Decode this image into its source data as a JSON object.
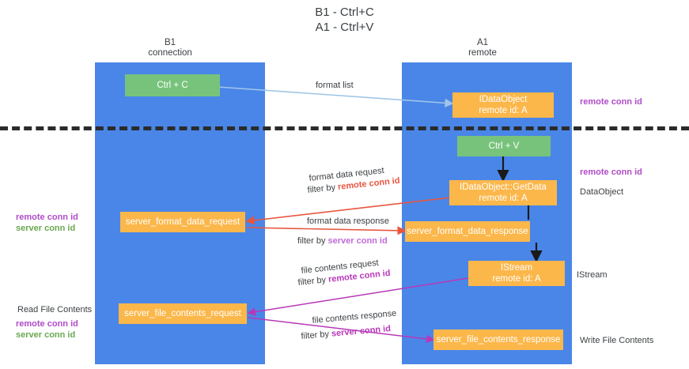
{
  "title": {
    "line1": "B1 - Ctrl+C",
    "line2": "A1 - Ctrl+V"
  },
  "columns": [
    {
      "name": "B1",
      "sub": "connection"
    },
    {
      "name": "A1",
      "sub": "remote"
    }
  ],
  "boxes": {
    "ctrl_c": "Ctrl + C",
    "ctrl_v": "Ctrl + V",
    "idataobject_title": "IDataObject",
    "idataobject_sub": "remote id: A",
    "getdata_title": "IDataObject::GetData",
    "getdata_sub": "remote id: A",
    "istream_title": "IStream",
    "istream_sub": "remote id: A",
    "server_format_data_request": "server_format_data_request",
    "server_format_data_response": "server_format_data_response",
    "server_file_contents_request": "server_file_contents_request",
    "server_file_contents_response": "server_file_contents_response"
  },
  "edges": {
    "format_list": "format list",
    "format_data_request": "format data request",
    "format_data_request_filter_prefix": "filter by ",
    "format_data_request_filter_key": "remote conn id",
    "format_data_response": "format data response",
    "format_data_response_filter_prefix": "filter by ",
    "format_data_response_filter_key": "server conn id",
    "file_contents_request": "file contents request",
    "file_contents_request_filter_prefix": "filter by ",
    "file_contents_request_filter_key": "remote conn id",
    "file_contents_response": "file contents response",
    "file_contents_response_filter_prefix": "filter by ",
    "file_contents_response_filter_key": "server conn id"
  },
  "annotations": {
    "right_remote_conn_id_top": "remote conn id",
    "right_remote_conn_id_mid": "remote conn id",
    "right_dataobject": "DataObject",
    "right_istream": "IStream",
    "right_write_file_contents": "Write File Contents",
    "left_remote_conn_id_mid": "remote conn id",
    "left_server_conn_id_mid": "server conn id",
    "left_read_file_contents": "Read File Contents",
    "left_remote_conn_id_bottom": "remote conn id",
    "left_server_conn_id_bottom": "server conn id"
  },
  "colors": {
    "lane": "#4a86e8",
    "green_box": "#77c37c",
    "orange_box": "#fbb74a",
    "red_arrow": "#e8553e",
    "magenta_arrow": "#b838b8",
    "blue_arrow": "#9fc5e8",
    "purple_text": "#b04bc8",
    "green_text": "#6aa84f",
    "divider": "#2b2b2b"
  }
}
